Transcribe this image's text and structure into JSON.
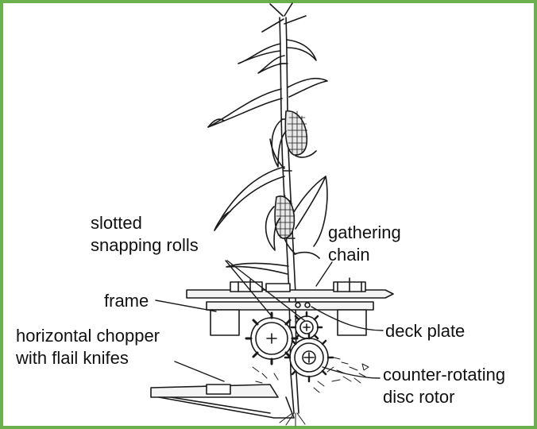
{
  "border_color": "#6ab04c",
  "labels": {
    "slotted_line1": "slotted",
    "slotted_line2": "snapping rolls",
    "gathering_line1": "gathering",
    "gathering_line2": "chain",
    "frame": "frame",
    "deck_plate": "deck plate",
    "chopper_line1": "horizontal chopper",
    "chopper_line2": "with flail knifes",
    "rotor_line1": "counter-rotating",
    "rotor_line2": "disc rotor"
  }
}
